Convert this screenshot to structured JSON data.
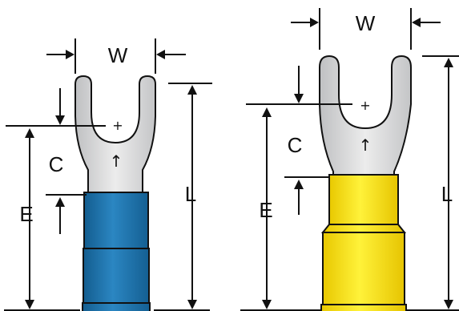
{
  "figure": {
    "left_terminal": {
      "insulation_color": "#1a6fa8",
      "labels": {
        "w": "W",
        "c": "C",
        "e": "E",
        "l": "L"
      }
    },
    "right_terminal": {
      "insulation_color": "#ffe81a",
      "labels": {
        "w": "W",
        "c": "C",
        "e": "E",
        "l": "L"
      }
    },
    "stud_hole_marker": "+",
    "arrow_glyph": "↑"
  }
}
